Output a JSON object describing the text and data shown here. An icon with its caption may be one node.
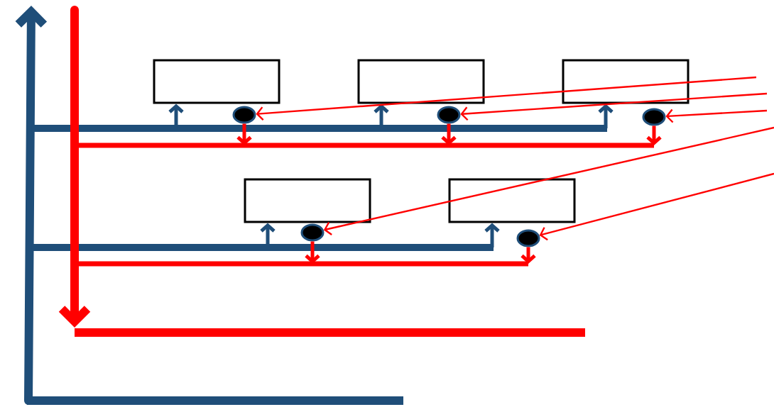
{
  "diagram": {
    "nodes": [
      {
        "text": [],
        "shape": "box"
      },
      {
        "text": [],
        "shape": "box"
      },
      {
        "text": [],
        "shape": "box"
      },
      {
        "text": [],
        "shape": "box"
      },
      {
        "text": [],
        "shape": "box"
      },
      {
        "text": [],
        "shape": "circle"
      },
      {
        "text": [],
        "shape": "circle"
      },
      {
        "text": [],
        "shape": "circle"
      },
      {
        "text": [],
        "shape": "circle"
      },
      {
        "text": [],
        "shape": "circle"
      }
    ],
    "edges": [
      {
        "from": null,
        "to": 0,
        "arrow": "to",
        "color": "#1f4e79"
      },
      {
        "from": null,
        "to": 1,
        "arrow": "to",
        "color": "#1f4e79"
      },
      {
        "from": null,
        "to": 2,
        "arrow": "to",
        "color": "#1f4e79"
      },
      {
        "from": null,
        "to": 3,
        "arrow": "to",
        "color": "#1f4e79"
      },
      {
        "from": null,
        "to": 4,
        "arrow": "to",
        "color": "#1f4e79"
      },
      {
        "from": 5,
        "to": null,
        "arrow": "to"
      },
      {
        "from": 6,
        "to": null,
        "arrow": "to"
      },
      {
        "from": 7,
        "to": null,
        "arrow": "to"
      },
      {
        "from": 8,
        "to": null,
        "arrow": "to"
      },
      {
        "from": 9,
        "to": null,
        "arrow": "to"
      },
      {
        "from": null,
        "to": 5,
        "arrow": "to"
      },
      {
        "from": null,
        "to": 6,
        "arrow": "to"
      },
      {
        "from": null,
        "to": 7,
        "arrow": "to"
      },
      {
        "from": null,
        "to": 8,
        "arrow": "to"
      },
      {
        "from": null,
        "to": 9,
        "arrow": "to"
      }
    ]
  }
}
